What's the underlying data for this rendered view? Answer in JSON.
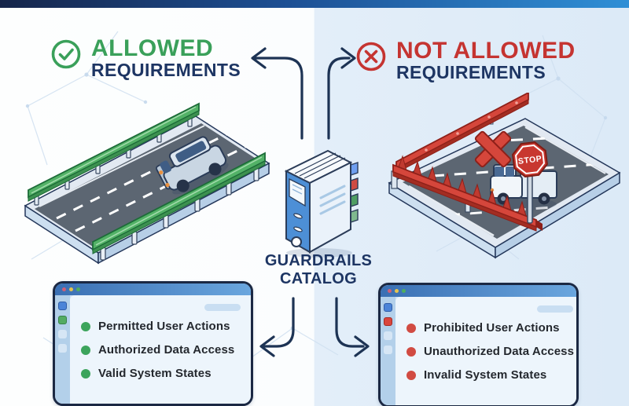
{
  "header": {
    "allowed": {
      "title": "ALLOWED",
      "subtitle": "REQUIREMENTS",
      "icon": "check-circle-icon"
    },
    "not_allowed": {
      "title": "NOT ALLOWED",
      "subtitle": "REQUIREMENTS",
      "icon": "x-circle-icon"
    }
  },
  "catalog": {
    "line1": "GUARDRAILS",
    "line2": "CATALOG"
  },
  "illustrations": {
    "allowed_road": {
      "description": "road with green guardrails and car driving"
    },
    "not_allowed_road": {
      "description": "road blocked by red spiked barriers, X mark and stop sign",
      "stop_sign_text": "STOP"
    }
  },
  "windows": {
    "allowed": {
      "items": [
        "Permitted User Actions",
        "Authorized Data Access",
        "Valid System States"
      ]
    },
    "not_allowed": {
      "items": [
        "Prohibited User Actions",
        "Unauthorized Data Access",
        "Invalid System States"
      ]
    }
  },
  "colors": {
    "navy": "#1d3563",
    "green": "#3aa05a",
    "red": "#c53431",
    "line": "#1d3354",
    "window_border": "#1b2843",
    "bullet_green": "#3ca45c",
    "bullet_red": "#d14b42",
    "bg_left": "#fdfefe",
    "bg_right": "#dceaf7"
  }
}
